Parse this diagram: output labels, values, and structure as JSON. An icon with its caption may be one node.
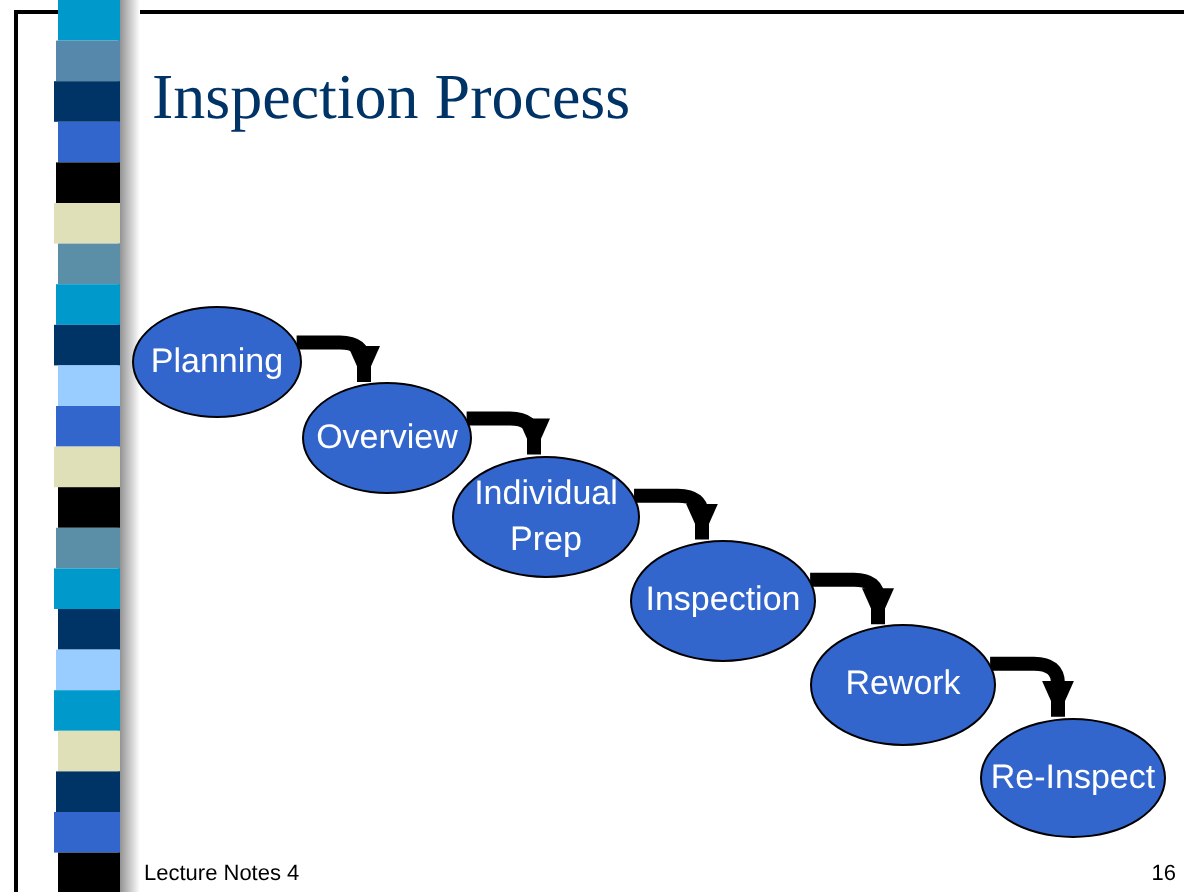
{
  "diagram": {
    "title": "Inspection Process",
    "nodes": [
      {
        "text": [
          "Planning"
        ]
      },
      {
        "text": [
          "Overview"
        ]
      },
      {
        "text": [
          "Individual Prep"
        ]
      },
      {
        "text": [
          "Inspection"
        ]
      },
      {
        "text": [
          "Rework"
        ]
      },
      {
        "text": [
          "Re-Inspect"
        ]
      }
    ],
    "edges": [
      {
        "from": 0,
        "to": 1,
        "arrow": "to"
      },
      {
        "from": 1,
        "to": 2,
        "arrow": "to"
      },
      {
        "from": 2,
        "to": 3,
        "arrow": "to"
      },
      {
        "from": 3,
        "to": 4,
        "arrow": "to"
      },
      {
        "from": 4,
        "to": 5,
        "arrow": "to"
      }
    ],
    "labels": [
      "Lecture Notes 4",
      "16"
    ]
  }
}
